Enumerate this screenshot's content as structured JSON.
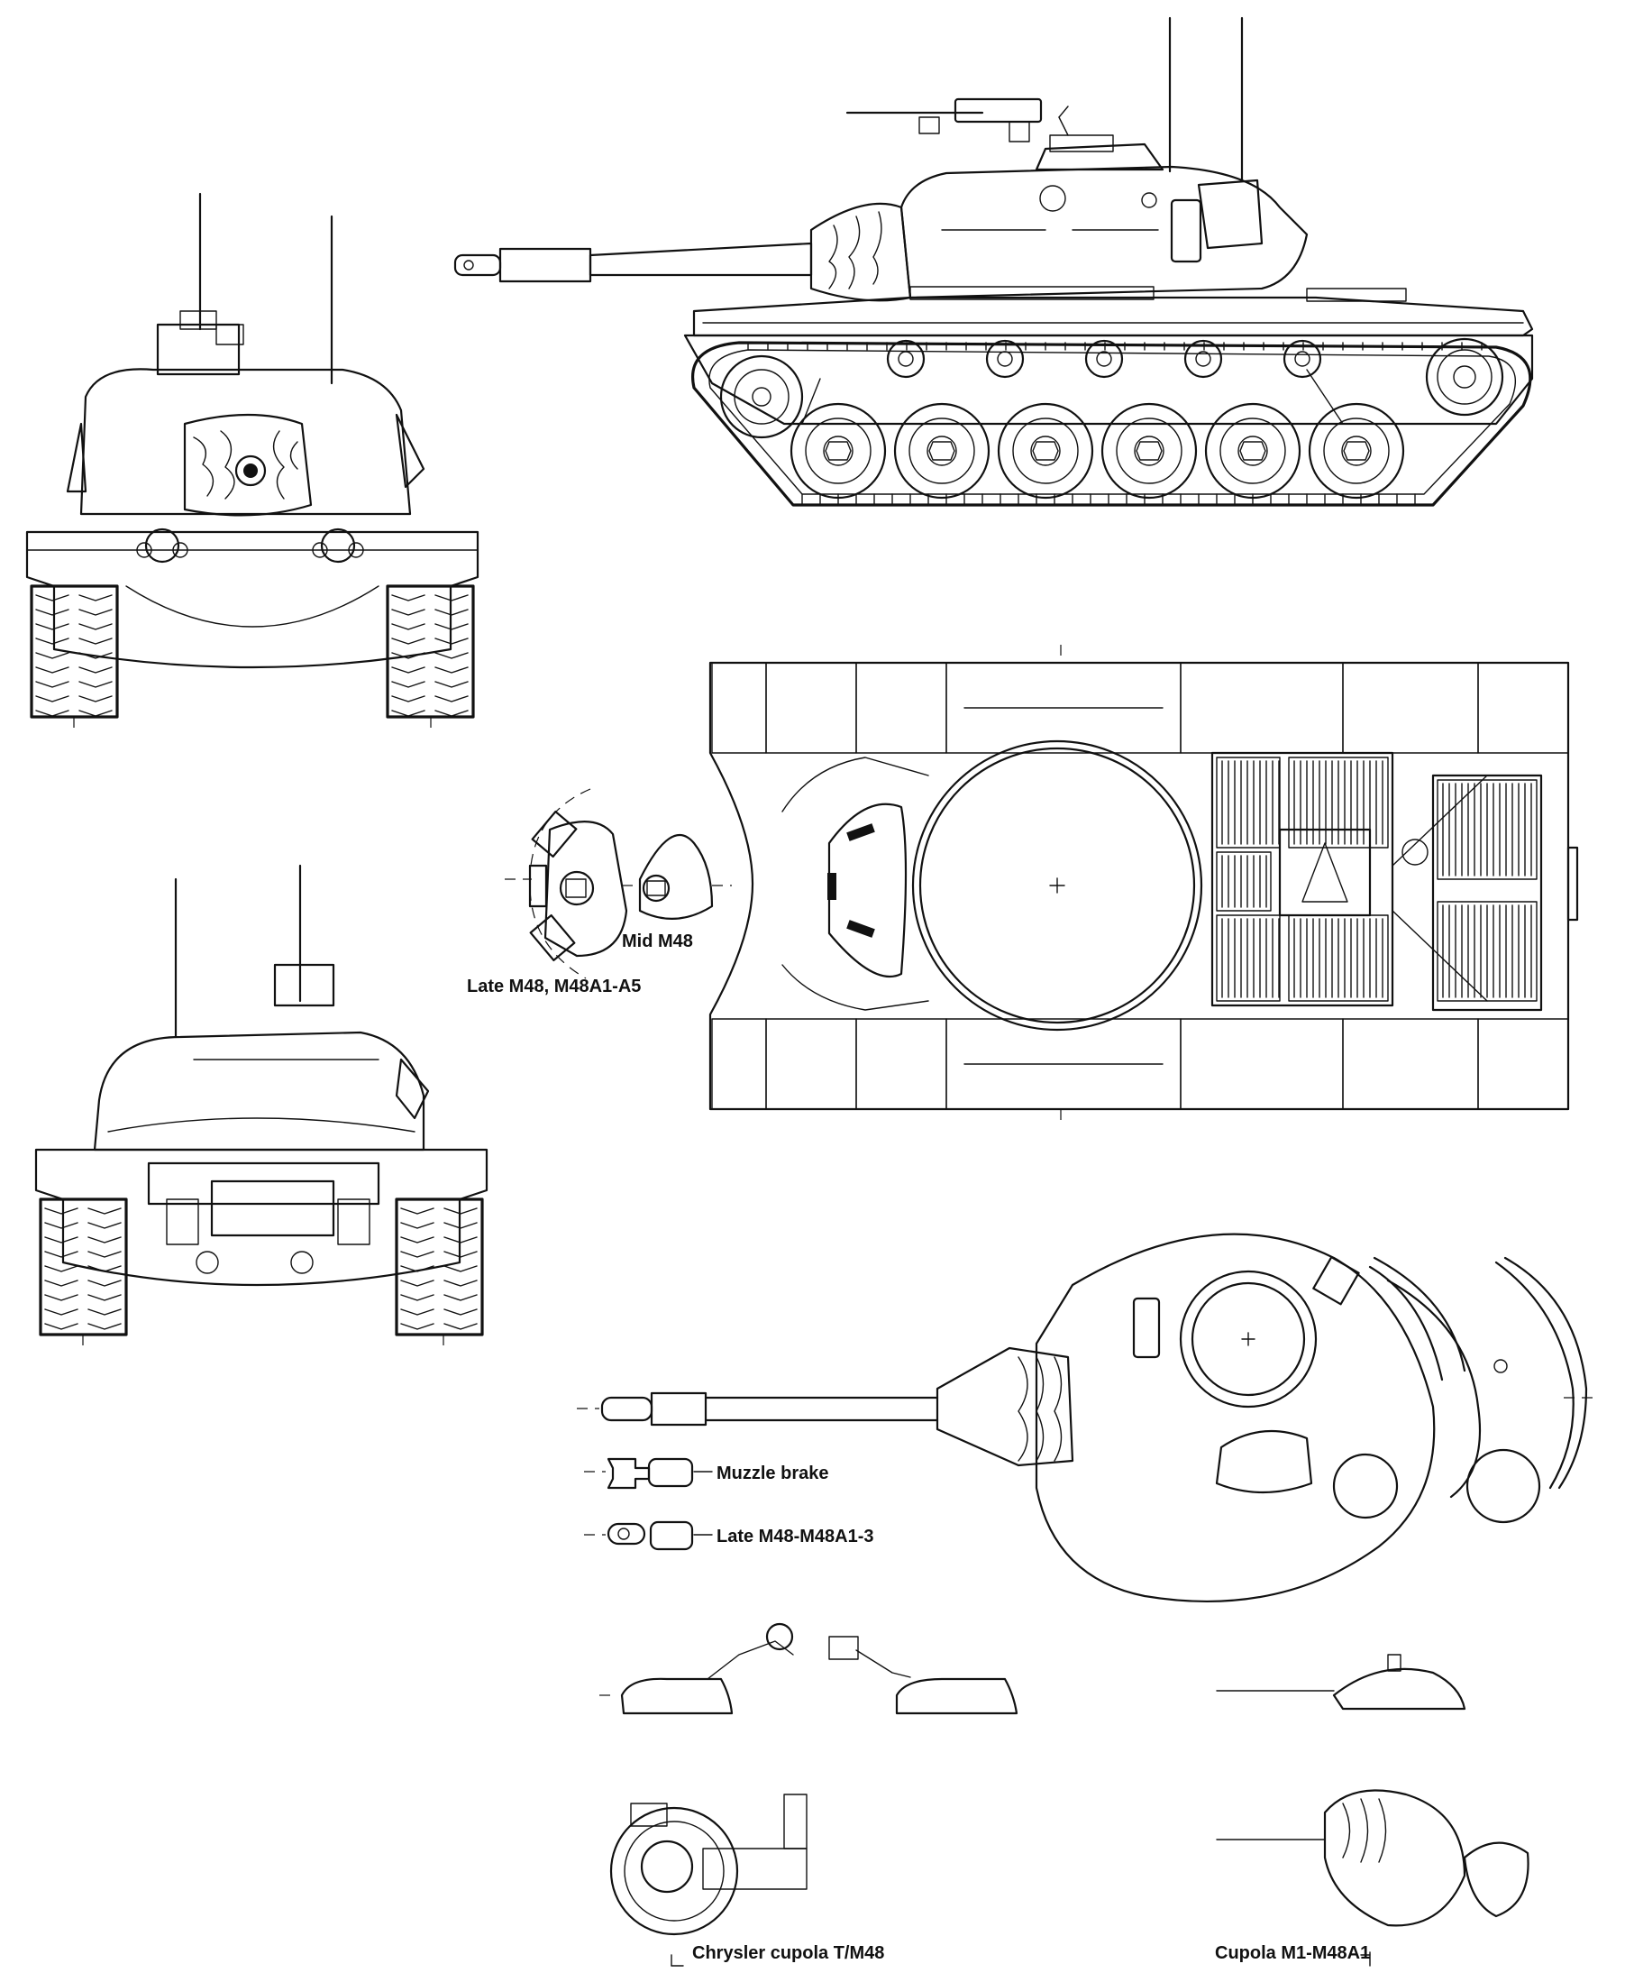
{
  "labels": {
    "mid_m48": "Mid M48",
    "late_m48_a1_a5": "Late M48, M48A1-A5",
    "muzzle_brake": "Muzzle brake",
    "late_m48_a1_3": "Late M48-M48A1-3",
    "chrysler_cupola": "Chrysler cupola T/M48",
    "cupola_m1": "Cupola M1-M48A1"
  }
}
